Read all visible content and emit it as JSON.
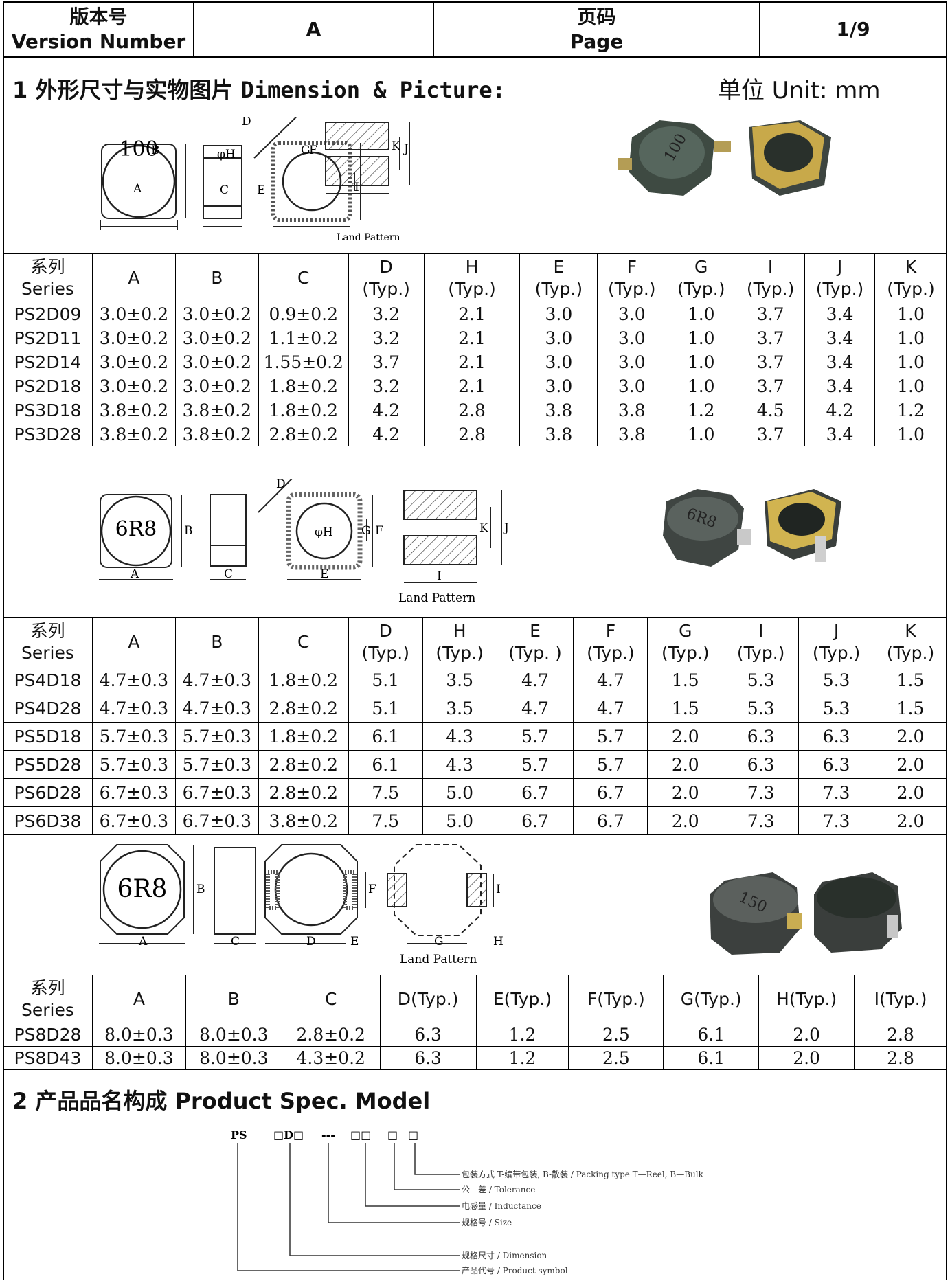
{
  "header": {
    "version_cn": "版本号",
    "version_en": "Version Number",
    "version_value": "A",
    "page_cn": "页码",
    "page_en": "Page",
    "page_value": "1/9"
  },
  "section1": {
    "number": "1",
    "title_cn": "外形尺寸与实物图片",
    "title_en": "Dimension & Picture:",
    "unit": "单位 Unit:  mm"
  },
  "drawings": {
    "d1": {
      "marking": "100",
      "caption": "Land Pattern",
      "labels": [
        "A",
        "B",
        "C",
        "D",
        "E",
        "F",
        "G",
        "φH",
        "I",
        "J",
        "K"
      ]
    },
    "d2": {
      "marking": "6R8",
      "caption": "Land Pattern",
      "labels": [
        "A",
        "B",
        "C",
        "D",
        "E",
        "F",
        "G",
        "φH",
        "I",
        "J",
        "K"
      ]
    },
    "d3": {
      "marking": "6R8",
      "caption": "Land Pattern",
      "labels": [
        "A",
        "B",
        "C",
        "D",
        "E",
        "F",
        "G",
        "H",
        "I"
      ]
    },
    "photos": [
      {
        "marking": "100",
        "icon": "inductor-photo"
      },
      {
        "marking": "6R8",
        "icon": "inductor-photo"
      },
      {
        "marking": "150",
        "icon": "inductor-photo"
      }
    ]
  },
  "table1": {
    "headers": [
      [
        "系列",
        "Series"
      ],
      [
        "A"
      ],
      [
        "B"
      ],
      [
        "C"
      ],
      [
        "D",
        "(Typ.)"
      ],
      [
        "H",
        "(Typ.)"
      ],
      [
        "E",
        "(Typ.)"
      ],
      [
        "F",
        "(Typ.)"
      ],
      [
        "G",
        "(Typ.)"
      ],
      [
        "I",
        "(Typ.)"
      ],
      [
        "J",
        "(Typ.)"
      ],
      [
        "K",
        "(Typ.)"
      ]
    ],
    "rows": [
      [
        "PS2D09",
        "3.0±0.2",
        "3.0±0.2",
        "0.9±0.2",
        "3.2",
        "2.1",
        "3.0",
        "3.0",
        "1.0",
        "3.7",
        "3.4",
        "1.0"
      ],
      [
        "PS2D11",
        "3.0±0.2",
        "3.0±0.2",
        "1.1±0.2",
        "3.2",
        "2.1",
        "3.0",
        "3.0",
        "1.0",
        "3.7",
        "3.4",
        "1.0"
      ],
      [
        "PS2D14",
        "3.0±0.2",
        "3.0±0.2",
        "1.55±0.2",
        "3.7",
        "2.1",
        "3.0",
        "3.0",
        "1.0",
        "3.7",
        "3.4",
        "1.0"
      ],
      [
        "PS2D18",
        "3.0±0.2",
        "3.0±0.2",
        "1.8±0.2",
        "3.2",
        "2.1",
        "3.0",
        "3.0",
        "1.0",
        "3.7",
        "3.4",
        "1.0"
      ],
      [
        "PS3D18",
        "3.8±0.2",
        "3.8±0.2",
        "1.8±0.2",
        "4.2",
        "2.8",
        "3.8",
        "3.8",
        "1.2",
        "4.5",
        "4.2",
        "1.2"
      ],
      [
        "PS3D28",
        "3.8±0.2",
        "3.8±0.2",
        "2.8±0.2",
        "4.2",
        "2.8",
        "3.8",
        "3.8",
        "1.0",
        "3.7",
        "3.4",
        "1.0"
      ]
    ]
  },
  "table2": {
    "headers": [
      [
        "系列",
        "Series"
      ],
      [
        "A"
      ],
      [
        "B"
      ],
      [
        "C"
      ],
      [
        "D",
        "(Typ.)"
      ],
      [
        "H",
        "(Typ.)"
      ],
      [
        "E",
        "(Typ. )"
      ],
      [
        "F",
        "(Typ.)"
      ],
      [
        "G",
        "(Typ.)"
      ],
      [
        "I",
        "(Typ.)"
      ],
      [
        "J",
        "(Typ.)"
      ],
      [
        "K",
        "(Typ.)"
      ]
    ],
    "rows": [
      [
        "PS4D18",
        "4.7±0.3",
        "4.7±0.3",
        "1.8±0.2",
        "5.1",
        "3.5",
        "4.7",
        "4.7",
        "1.5",
        "5.3",
        "5.3",
        "1.5"
      ],
      [
        "PS4D28",
        "4.7±0.3",
        "4.7±0.3",
        "2.8±0.2",
        "5.1",
        "3.5",
        "4.7",
        "4.7",
        "1.5",
        "5.3",
        "5.3",
        "1.5"
      ],
      [
        "PS5D18",
        "5.7±0.3",
        "5.7±0.3",
        "1.8±0.2",
        "6.1",
        "4.3",
        "5.7",
        "5.7",
        "2.0",
        "6.3",
        "6.3",
        "2.0"
      ],
      [
        "PS5D28",
        "5.7±0.3",
        "5.7±0.3",
        "2.8±0.2",
        "6.1",
        "4.3",
        "5.7",
        "5.7",
        "2.0",
        "6.3",
        "6.3",
        "2.0"
      ],
      [
        "PS6D28",
        "6.7±0.3",
        "6.7±0.3",
        "2.8±0.2",
        "7.5",
        "5.0",
        "6.7",
        "6.7",
        "2.0",
        "7.3",
        "7.3",
        "2.0"
      ],
      [
        "PS6D38",
        "6.7±0.3",
        "6.7±0.3",
        "3.8±0.2",
        "7.5",
        "5.0",
        "6.7",
        "6.7",
        "2.0",
        "7.3",
        "7.3",
        "2.0"
      ]
    ]
  },
  "table3": {
    "headers": [
      [
        "系列",
        "Series"
      ],
      [
        "A"
      ],
      [
        "B"
      ],
      [
        "C"
      ],
      [
        "D(Typ.)"
      ],
      [
        "E(Typ.)"
      ],
      [
        "F(Typ.)"
      ],
      [
        "G(Typ.)"
      ],
      [
        "H(Typ.)"
      ],
      [
        "I(Typ.)"
      ]
    ],
    "rows": [
      [
        "PS8D28",
        "8.0±0.3",
        "8.0±0.3",
        "2.8±0.2",
        "6.3",
        "1.2",
        "2.5",
        "6.1",
        "2.0",
        "2.8"
      ],
      [
        "PS8D43",
        "8.0±0.3",
        "8.0±0.3",
        "4.3±0.2",
        "6.3",
        "1.2",
        "2.5",
        "6.1",
        "2.0",
        "2.8"
      ]
    ]
  },
  "section2": {
    "number": "2",
    "title_cn": "产品品名构成",
    "title_en": "Product Spec. Model",
    "code": {
      "prefix": "PS",
      "part1": "□D□",
      "dash": "---",
      "part2": "□□",
      "part3": "□",
      "part4": "□"
    },
    "legend": [
      "包装方式 T-编带包装, B-散装 / Packing type T—Reel, B—Bulk",
      "公　差 / Tolerance",
      "电感量 / Inductance",
      "规格号 / Size",
      "规格尺寸 / Dimension",
      "产品代号 / Product symbol"
    ]
  }
}
